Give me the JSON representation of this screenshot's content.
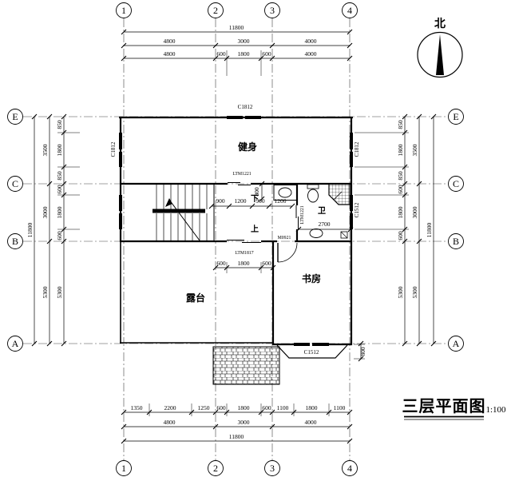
{
  "drawing": {
    "title": "三层平面图",
    "scale": "1:100",
    "north_label": "北"
  },
  "axes": {
    "cols": [
      "1",
      "2",
      "3",
      "4"
    ],
    "rows": [
      "E",
      "C",
      "B",
      "A"
    ]
  },
  "rooms": {
    "gym": "健身",
    "bath": "卫",
    "study": "书房",
    "terrace": "露台"
  },
  "stairs": {
    "down": "下",
    "up": "上"
  },
  "openings": {
    "c1812": "C1812",
    "c1512": "C1512",
    "ltm1221": "LTM1221",
    "ltm1817": "LTM1817",
    "m0921": "M0921"
  },
  "dims": {
    "d_11800": "11800",
    "d_4800": "4800",
    "d_3000": "3000",
    "d_4000": "4000",
    "d_600": "600",
    "d_1800": "1800",
    "d_850": "850",
    "d_3500": "3500",
    "d_5300": "5300",
    "d_1350": "1350",
    "d_2200": "2200",
    "d_1250": "1250",
    "d_1100": "1100",
    "d_900": "900",
    "d_1200": "1200",
    "d_800": "800",
    "d_2700": "2700"
  },
  "colors": {
    "line": "#000000",
    "background": "#ffffff"
  }
}
